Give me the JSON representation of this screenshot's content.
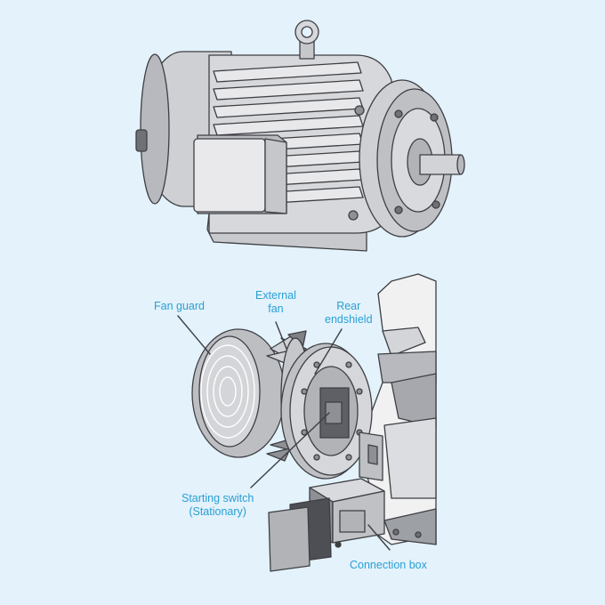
{
  "labels": {
    "fan_guard": "Fan guard",
    "external_fan_line1": "External",
    "external_fan_line2": "fan",
    "rear_endshield_line1": "Rear",
    "rear_endshield_line2": "endshield",
    "starting_switch_line1": "Starting switch",
    "starting_switch_line2": "(Stationary)",
    "connection_box": "Connection box"
  },
  "colors": {
    "background": "#e3f2fb",
    "label": "#2a9fd6",
    "outline": "#3d3f44",
    "body_light": "#d9d9dc",
    "body_mid": "#b9bbbf",
    "body_dark": "#8e9095"
  }
}
